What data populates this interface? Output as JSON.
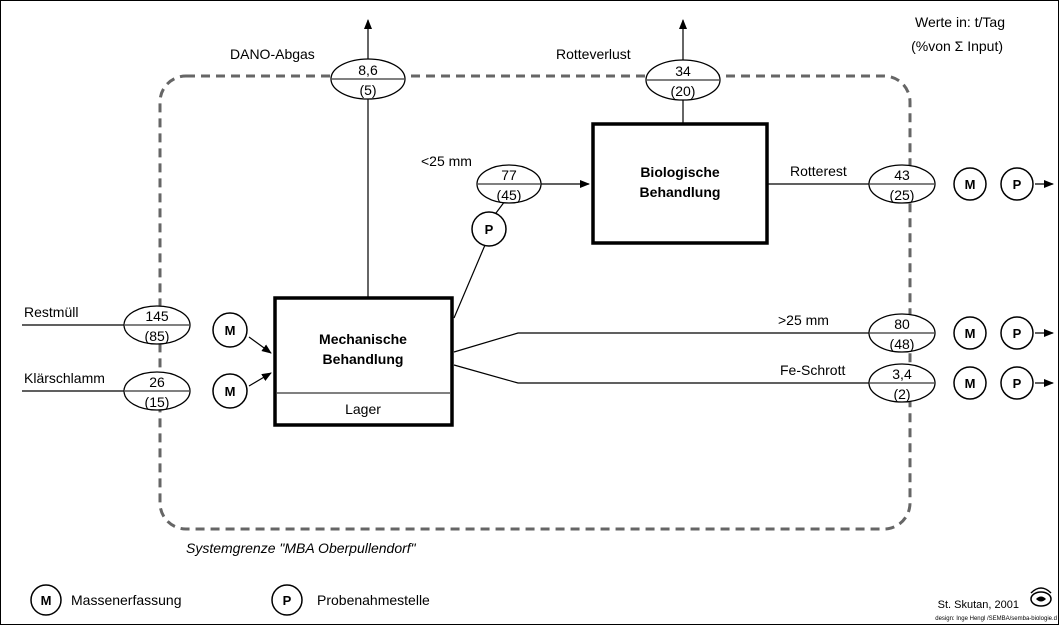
{
  "units": {
    "line1": "Werte in: t/Tag",
    "line2": "(%von Σ Input)"
  },
  "system_boundary": "Systemgrenze \"MBA Oberpullendorf\"",
  "processes": {
    "mechanical": {
      "line1": "Mechanische",
      "line2": "Behandlung",
      "sub": "Lager"
    },
    "biological": {
      "line1": "Biologische",
      "line2": "Behandlung"
    }
  },
  "flows": {
    "restmuell": {
      "label": "Restmüll",
      "value": "145",
      "percent": "(85)"
    },
    "klaerschlamm": {
      "label": "Klärschlamm",
      "value": "26",
      "percent": "(15)"
    },
    "dano": {
      "label": "DANO-Abgas",
      "value": "8,6",
      "percent": "(5)"
    },
    "rotteverlust": {
      "label": "Rotteverlust",
      "value": "34",
      "percent": "(20)"
    },
    "lt25": {
      "label": "<25 mm",
      "value": "77",
      "percent": "(45)"
    },
    "rotterest": {
      "label": "Rotterest",
      "value": "43",
      "percent": "(25)"
    },
    "gt25": {
      "label": ">25 mm",
      "value": "80",
      "percent": "(48)"
    },
    "fe": {
      "label": "Fe-Schrott",
      "value": "3,4",
      "percent": "(2)"
    }
  },
  "markers": {
    "m": "M",
    "p": "P"
  },
  "legend": {
    "m_symbol": "M",
    "m_label": "Massenerfassung",
    "p_symbol": "P",
    "p_label": "Probenahmestelle"
  },
  "credit": {
    "author": "St. Skutan, 2001",
    "design": "design: Inge Hengl /SEMBA/semba-biologie.d"
  },
  "colors": {
    "line": "#000000",
    "boundary": "#666666",
    "background": "#ffffff"
  }
}
